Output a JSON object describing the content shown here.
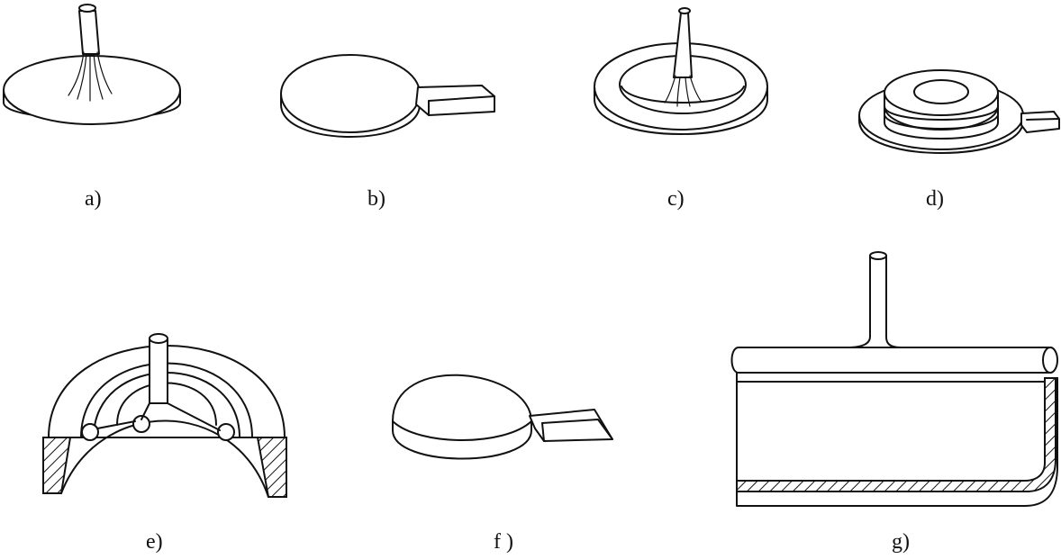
{
  "labels": {
    "a": "a)",
    "b": "b)",
    "c": "c)",
    "d": "d)",
    "e": "e)",
    "f": "f )",
    "g": "g)"
  },
  "colors": {
    "line": "#111111",
    "background": "#ffffff"
  }
}
